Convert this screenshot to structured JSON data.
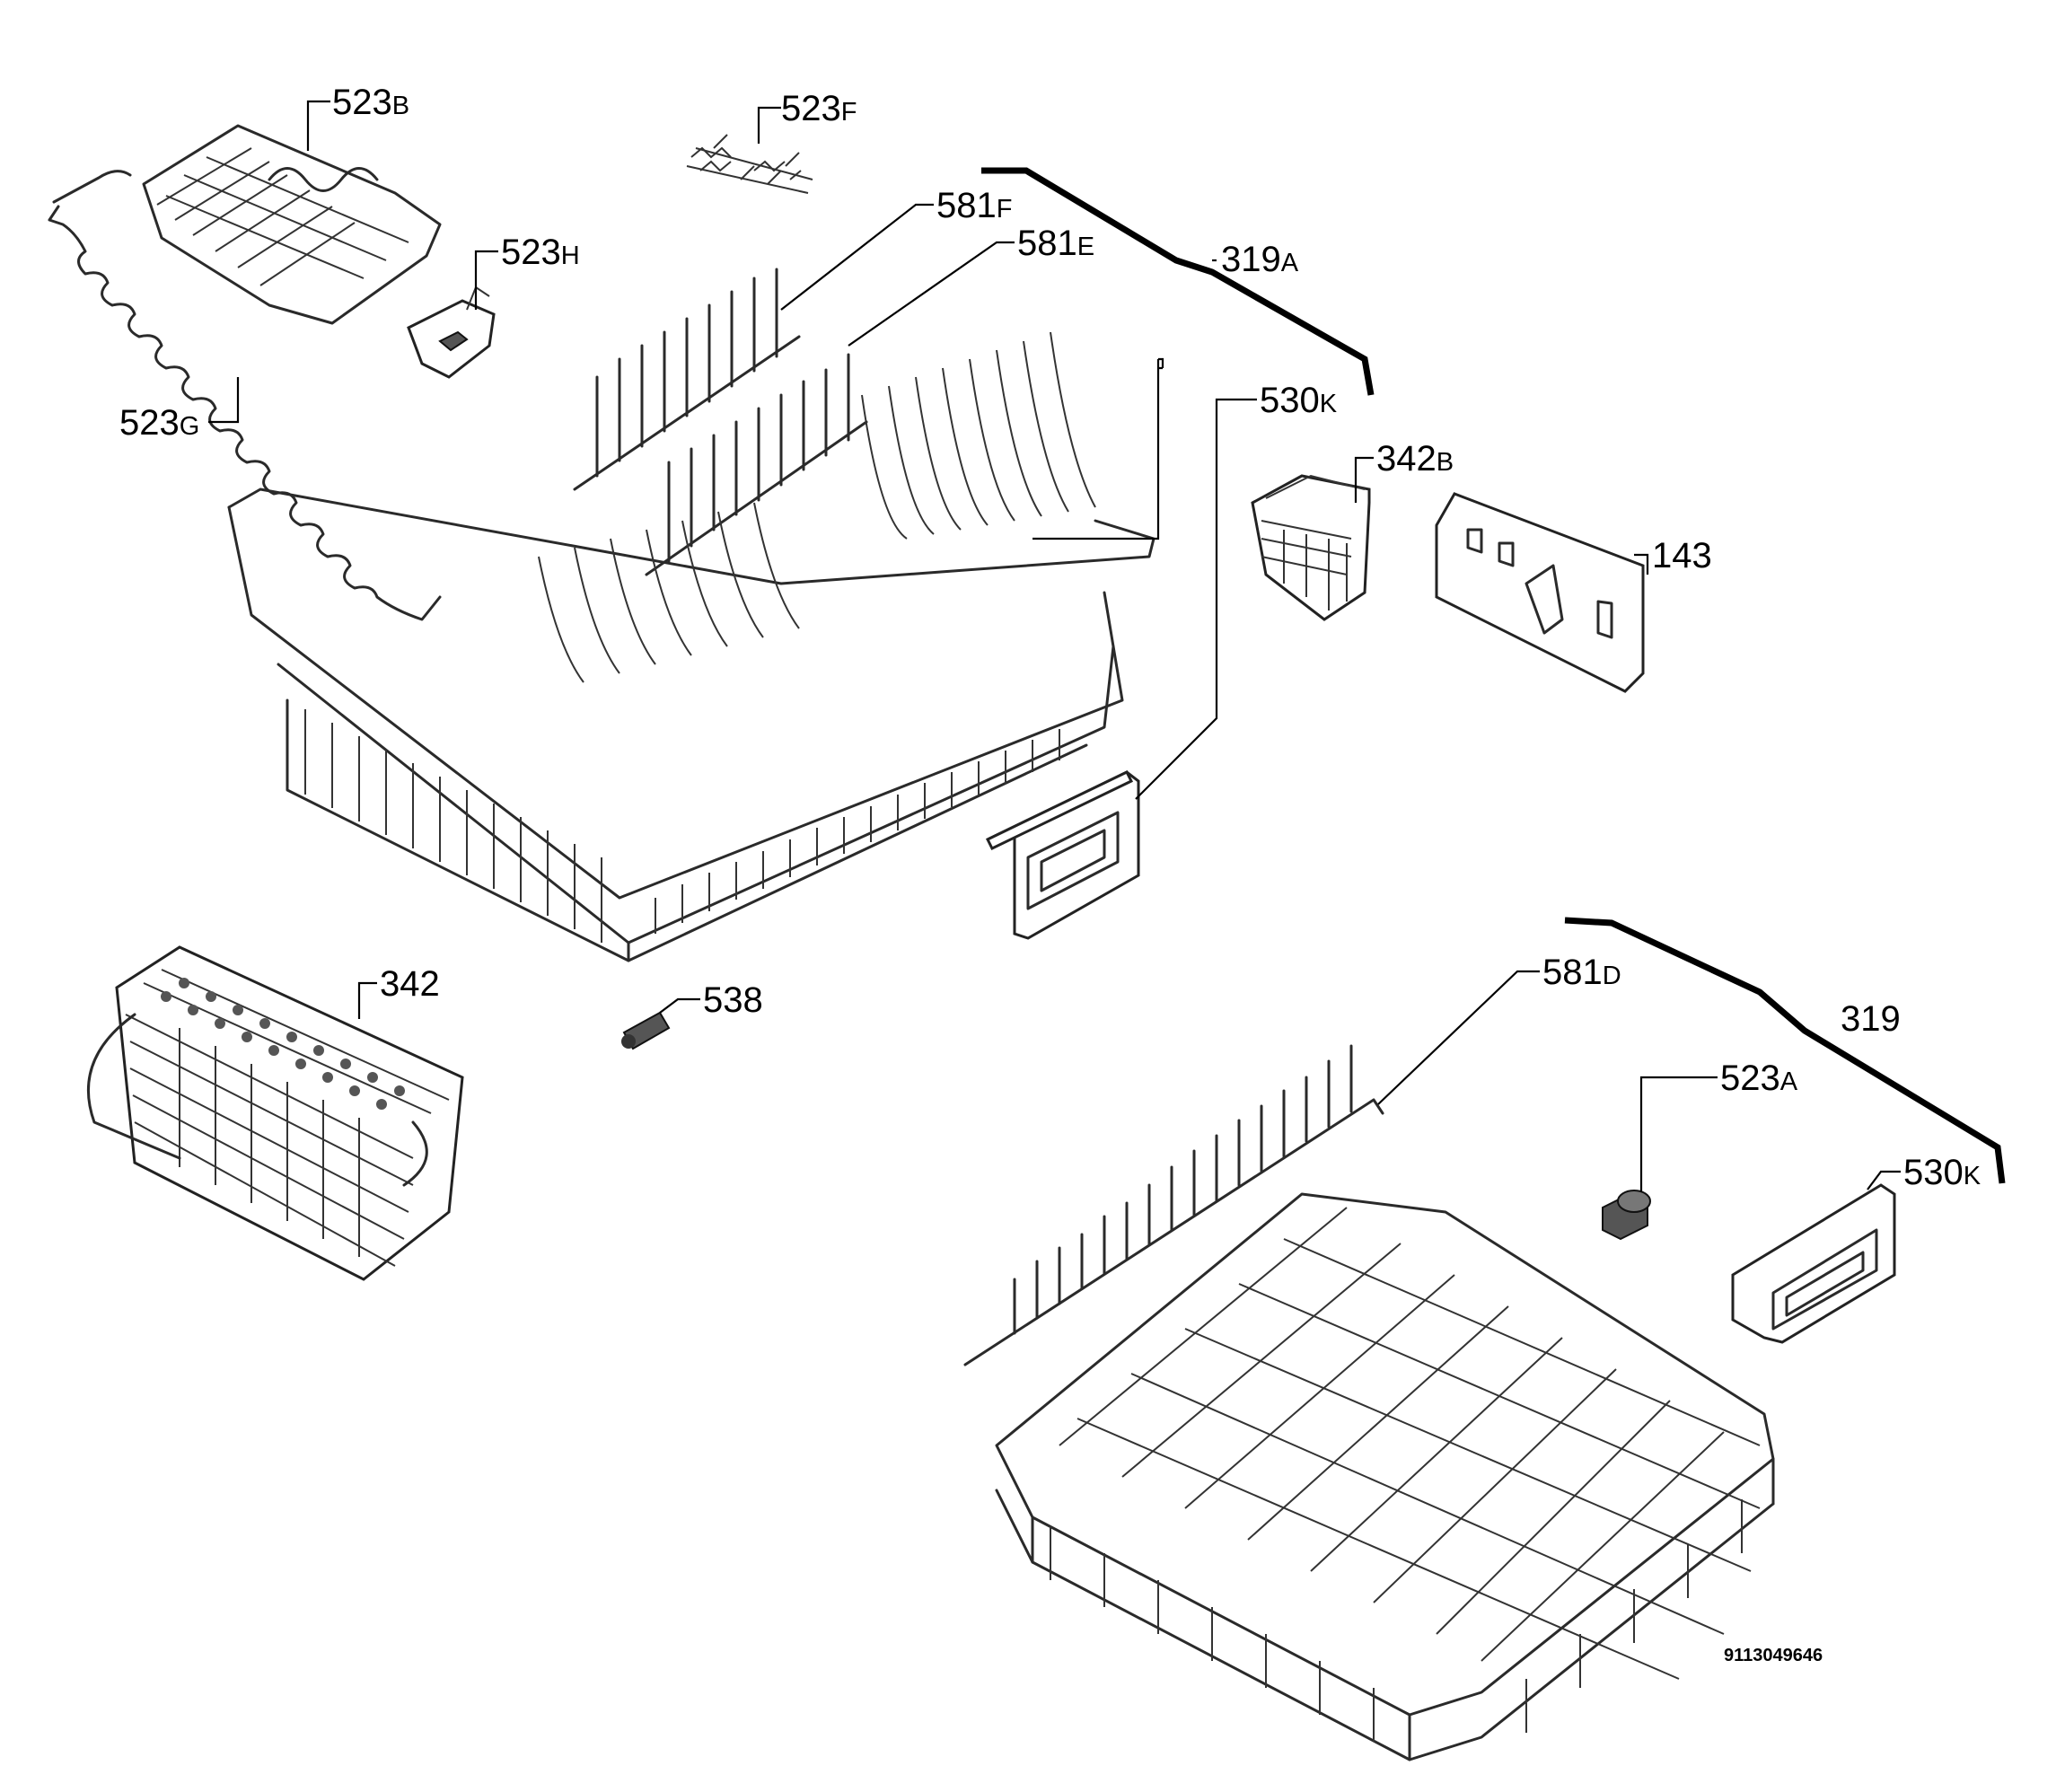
{
  "diagram": {
    "document_number": "9113049646",
    "callouts": [
      {
        "id": "523B",
        "number": "523",
        "suffix": "B"
      },
      {
        "id": "523F",
        "number": "523",
        "suffix": "F"
      },
      {
        "id": "523H",
        "number": "523",
        "suffix": "H"
      },
      {
        "id": "581F",
        "number": "581",
        "suffix": "F"
      },
      {
        "id": "581E",
        "number": "581",
        "suffix": "E"
      },
      {
        "id": "319A",
        "number": "319",
        "suffix": "A"
      },
      {
        "id": "523G",
        "number": "523",
        "suffix": "G"
      },
      {
        "id": "530K-upper",
        "number": "530",
        "suffix": "K"
      },
      {
        "id": "342B",
        "number": "342",
        "suffix": "B"
      },
      {
        "id": "143",
        "number": "143",
        "suffix": ""
      },
      {
        "id": "342",
        "number": "342",
        "suffix": ""
      },
      {
        "id": "538",
        "number": "538",
        "suffix": ""
      },
      {
        "id": "581D",
        "number": "581",
        "suffix": "D"
      },
      {
        "id": "319",
        "number": "319",
        "suffix": ""
      },
      {
        "id": "523A",
        "number": "523",
        "suffix": "A"
      },
      {
        "id": "530K-lower",
        "number": "530",
        "suffix": "K"
      }
    ]
  }
}
